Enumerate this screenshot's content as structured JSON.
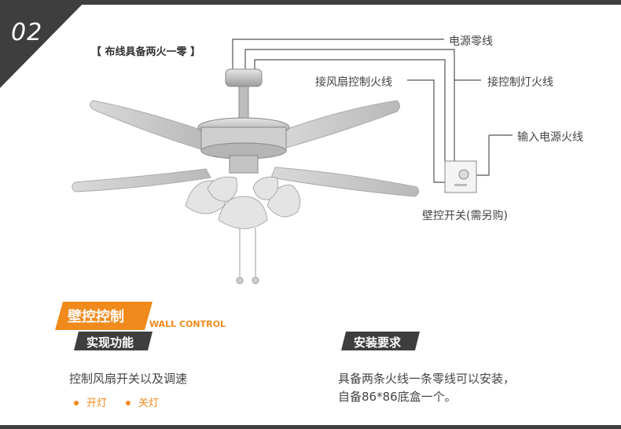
{
  "section": {
    "number": "02",
    "heading": "【 布线具备两火一零 】"
  },
  "diagram": {
    "labels": {
      "neutral": "电源零线",
      "fan_live": "接风扇控制火线",
      "light_live": "接控制灯火线",
      "input_live": "输入电源火线",
      "switch_caption": "壁控开关(需另购)"
    }
  },
  "feature": {
    "title": "壁控控制",
    "subtitle_en": "WALL CONTROL",
    "tag": "实现功能",
    "description": "控制风扇开关以及调速",
    "options": [
      "开灯",
      "关灯"
    ]
  },
  "install": {
    "tag": "安装要求",
    "line1": "具备两条火线一条零线可以安装，",
    "line2": "自备86*86底盒一个。"
  },
  "colors": {
    "accent": "#f08a1c",
    "dark": "#3e3e3e",
    "text": "#444444"
  }
}
